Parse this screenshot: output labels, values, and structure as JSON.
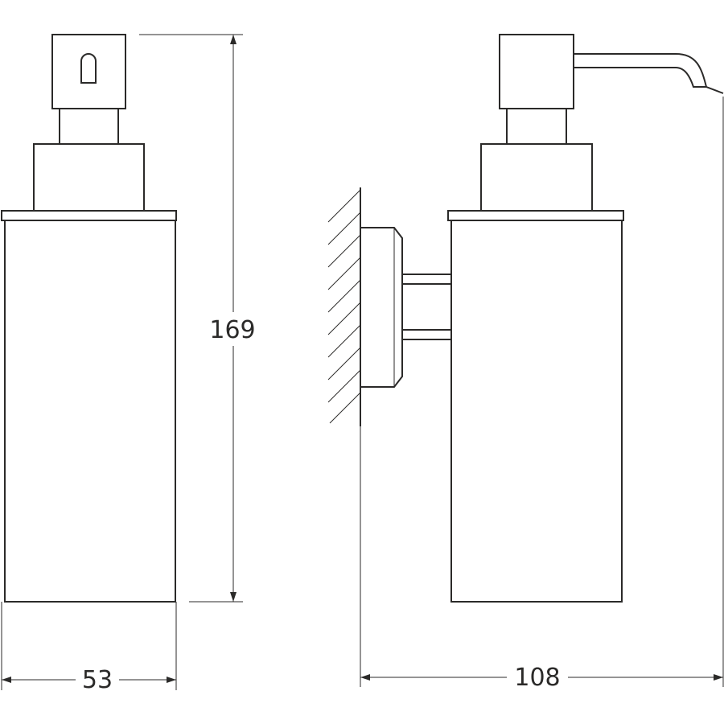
{
  "drawing": {
    "views": [
      "front-view",
      "side-view"
    ],
    "dimensions": {
      "height": "169",
      "width": "53",
      "depth": "108"
    },
    "line_color": "#2b2a29"
  }
}
